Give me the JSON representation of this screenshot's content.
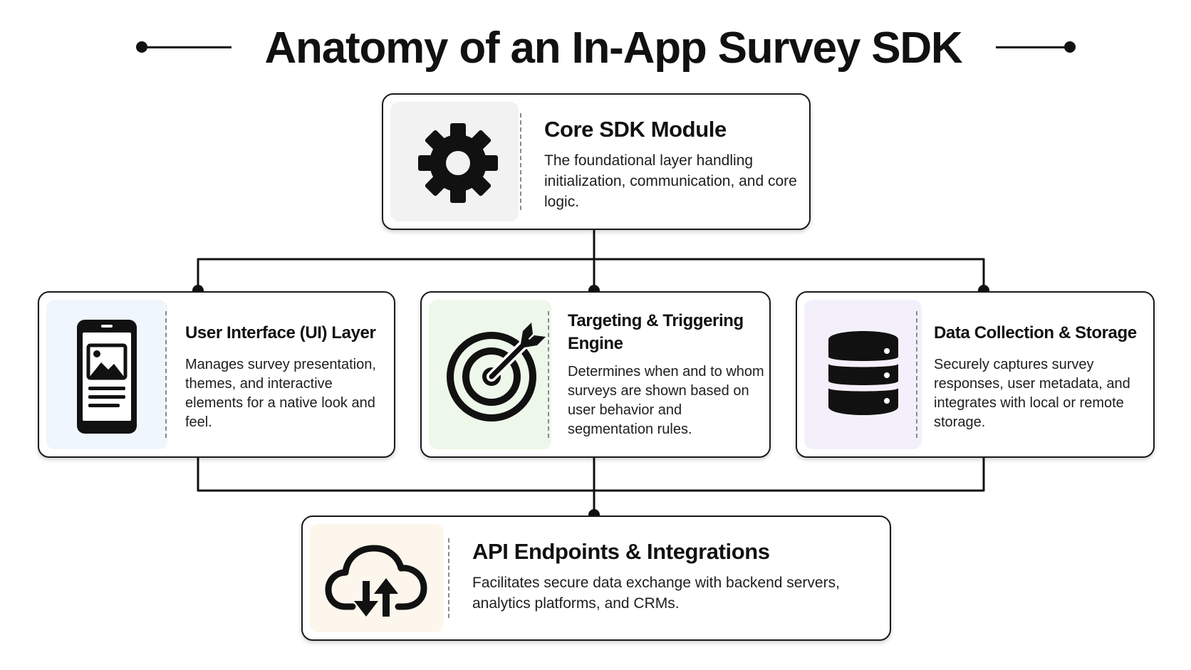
{
  "title": "Anatomy of an In-App Survey SDK",
  "colors": {
    "ink": "#111111",
    "core_panel": "#f2f2f2",
    "ui_panel": "#eff6fd",
    "targeting_panel": "#eef8ea",
    "data_panel": "#f4f0fb",
    "api_panel": "#fcf6ec"
  },
  "modules": {
    "core": {
      "icon": "gear-icon",
      "title": "Core SDK Module",
      "description": "The foundational layer handling initialization, communication, and core logic."
    },
    "ui": {
      "icon": "smartphone-icon",
      "title": "User Interface (UI) Layer",
      "description": "Manages survey presentation, themes, and interactive elements for a native look and feel."
    },
    "targeting": {
      "icon": "target-icon",
      "title": "Targeting & Triggering Engine",
      "description": "Determines when and to whom surveys are shown based on user behavior and segmentation rules."
    },
    "data": {
      "icon": "database-icon",
      "title": "Data Collection & Storage",
      "description": "Securely captures survey responses, user metadata, and integrates with local or remote storage."
    },
    "api": {
      "icon": "cloud-sync-icon",
      "title": "API Endpoints & Integrations",
      "description": "Facilitates secure data exchange with backend servers, analytics platforms, and CRMs."
    }
  }
}
